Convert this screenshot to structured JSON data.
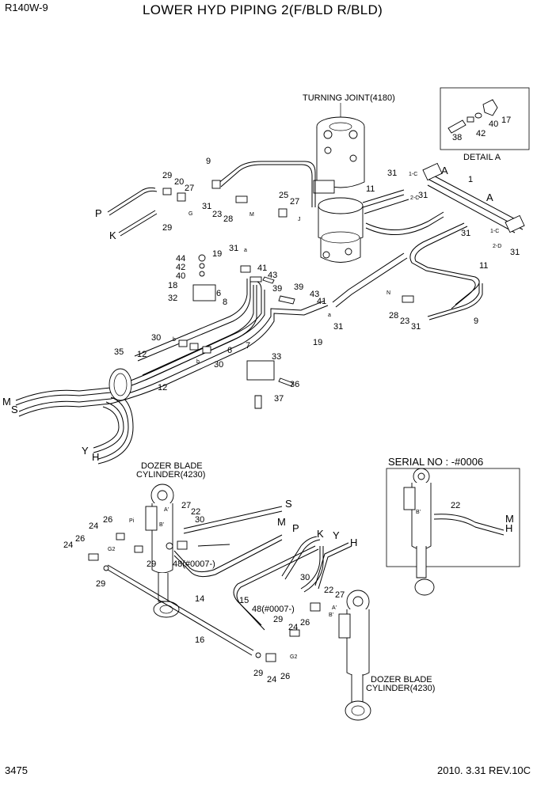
{
  "header": {
    "model": "R140W-9",
    "title": "LOWER HYD PIPING 2(F/BLD R/BLD)"
  },
  "footer": {
    "page": "3475",
    "date_rev": "2010. 3.31  REV.10C"
  },
  "annotations": {
    "turning_joint": "TURNING JOINT(4180)",
    "detail_a": "DETAIL A",
    "serial_no": "SERIAL NO : -#0006",
    "dozer_cyl_1a": "DOZER BLADE",
    "dozer_cyl_1b": "CYLINDER(4230)",
    "dozer_cyl_2a": "DOZER BLADE",
    "dozer_cyl_2b": "CYLINDER(4230)",
    "p48a": "48(#0007-)",
    "p48b": "48(#0007-)"
  },
  "ports": {
    "P1": "P",
    "K1": "K",
    "M1": "M",
    "S1": "S",
    "Y1": "Y",
    "H1": "H",
    "S2": "S",
    "M2": "M",
    "P2": "P",
    "K2": "K",
    "Y2": "Y",
    "H2": "H",
    "M3": "M",
    "H3": "H",
    "A1": "A",
    "A2": "A"
  },
  "callouts": {
    "c1": "1",
    "c9a": "9",
    "c9b": "9",
    "c29a": "29",
    "c20": "20",
    "c27a": "27",
    "c29b": "29",
    "c31a": "31",
    "c23a": "23",
    "c28a": "28",
    "c25": "25",
    "c27b": "27",
    "c31b": "31",
    "c11a": "11",
    "c31c": "31",
    "c31d": "31",
    "c31e": "31",
    "c11b": "11",
    "c44": "44",
    "c42a": "42",
    "c40a": "40",
    "c19a": "19",
    "c31f": "31",
    "c41a": "41",
    "c43a": "43",
    "c18": "18",
    "c6a": "6",
    "c32": "32",
    "c8": "8",
    "c39a": "39",
    "c39b": "39",
    "c43b": "43",
    "c41b": "41",
    "c31g": "31",
    "c19b": "19",
    "c28b": "28",
    "c23b": "23",
    "c31h": "31",
    "c30a": "30",
    "c6b": "6",
    "c7": "7",
    "c30b": "30",
    "c35": "35",
    "c12a": "12",
    "c12b": "12",
    "c33": "33",
    "c36": "36",
    "c37": "37",
    "c38": "38",
    "c42b": "42",
    "c40b": "40",
    "c17": "17",
    "c27c": "27",
    "c22a": "22",
    "c30c": "30",
    "c26a": "26",
    "c24a": "24",
    "c24b": "24",
    "c26b": "26",
    "c29c": "29",
    "c29d": "29",
    "c14": "14",
    "c16": "16",
    "c22b": "22",
    "c30d": "30",
    "c15": "15",
    "c22c": "22",
    "c27d": "27",
    "c29e": "29",
    "c24c": "24",
    "c26c": "26",
    "c29f": "29",
    "c24d": "24",
    "c26d": "26"
  },
  "small_marks": {
    "G": "G",
    "M": "M",
    "J": "J",
    "N": "N",
    "a1": "a",
    "a2": "a",
    "b1": "b",
    "b2": "b",
    "1C1": "1-C",
    "2C": "2-C",
    "1C2": "1-C",
    "2D": "2-D",
    "Pi": "Pi",
    "G2a": "G2",
    "G2b": "G2",
    "Ap": "A'",
    "Bp": "B'",
    "Ap2": "A'",
    "Bp2": "B'",
    "B2": "B'"
  }
}
